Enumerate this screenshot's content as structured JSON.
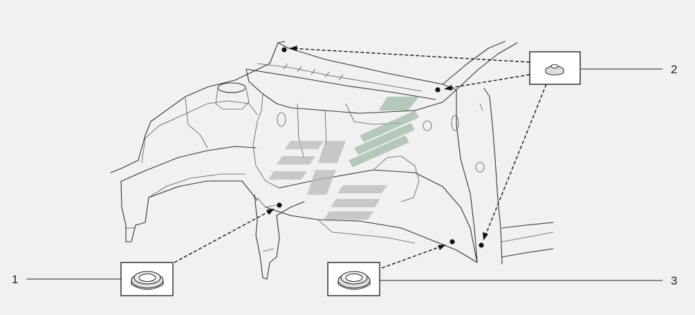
{
  "figure": {
    "callouts": [
      {
        "id": "1",
        "label": "1"
      },
      {
        "id": "2",
        "label": "2"
      },
      {
        "id": "3",
        "label": "3"
      }
    ]
  },
  "colors": {
    "background": "#f1f1f1",
    "line": "#222222",
    "box_fill": "#ffffff",
    "watermark_grey": "#b9b9b9",
    "watermark_green": "#9bb6a3"
  }
}
